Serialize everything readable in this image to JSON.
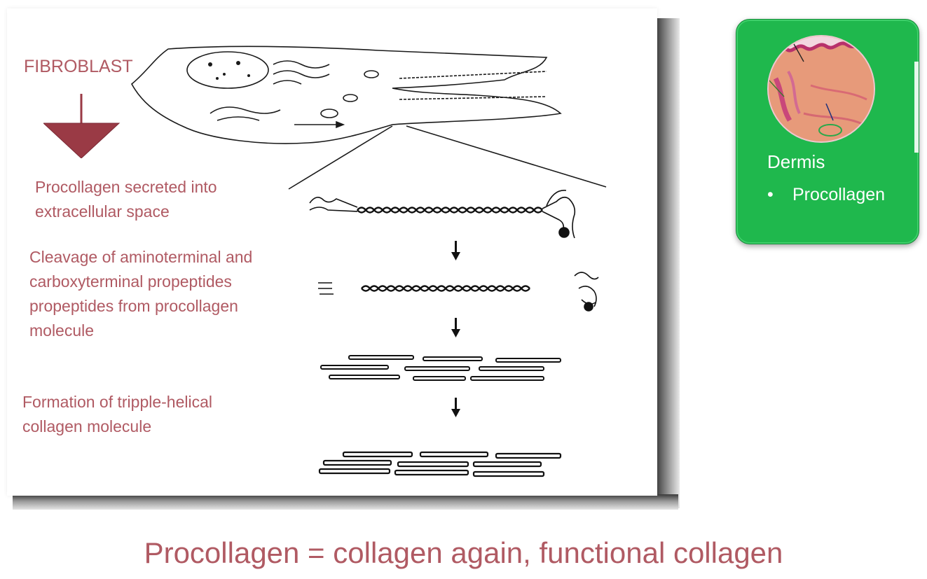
{
  "slide": {
    "labels": {
      "fibroblast": "FIBROBLAST",
      "procollagen_secreted": "Procollagen secreted into extracellular space",
      "cleavage": "Cleavage of aminoterminal and carboxyterminal propeptides propeptides from procollagen molecule",
      "formation": "Formation of tripple-helical collagen molecule"
    },
    "footer": "Procollagen = collagen again, functional collagen"
  },
  "card": {
    "title": "Dermis",
    "items": [
      "Procollagen"
    ],
    "bullet": "•"
  },
  "colors": {
    "maroon": "#b05a63",
    "arrow_fill": "#9a3a45",
    "card_green": "#1fb84d"
  }
}
